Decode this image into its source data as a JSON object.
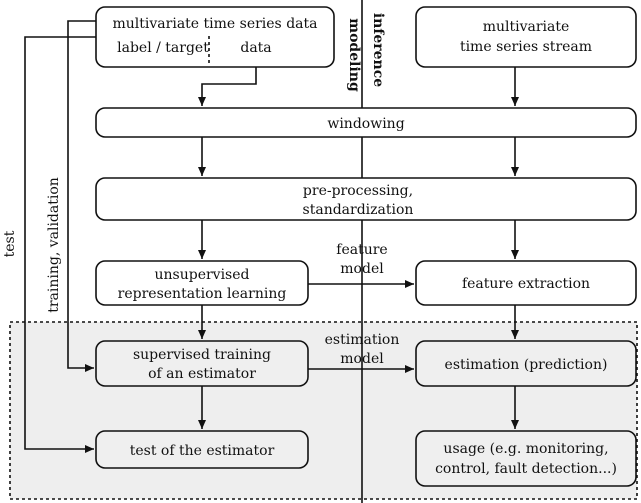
{
  "nodes": {
    "mts_data": {
      "line1": "multivariate time series data",
      "label_part": "label / target",
      "data_part": "data"
    },
    "mts_stream": {
      "line1": "multivariate",
      "line2": "time series stream"
    },
    "windowing": {
      "label": "windowing"
    },
    "preprocessing": {
      "line1": "pre-processing,",
      "line2": "standardization"
    },
    "unsup": {
      "line1": "unsupervised",
      "line2": "representation learning"
    },
    "feature_extraction": {
      "label": "feature extraction"
    },
    "sup_training": {
      "line1": "supervised training",
      "line2": "of an estimator"
    },
    "estimation": {
      "label": "estimation (prediction)"
    },
    "test_estimator": {
      "label": "test of the estimator"
    },
    "usage": {
      "line1": "usage (e.g. monitoring,",
      "line2": "control, fault detection...)"
    }
  },
  "labels": {
    "modeling": "modeling",
    "inference": "inference",
    "feature_model_1": "feature",
    "feature_model_2": "model",
    "estimation_model_1": "estimation",
    "estimation_model_2": "model",
    "test": "test",
    "training_validation": "training, validation"
  }
}
